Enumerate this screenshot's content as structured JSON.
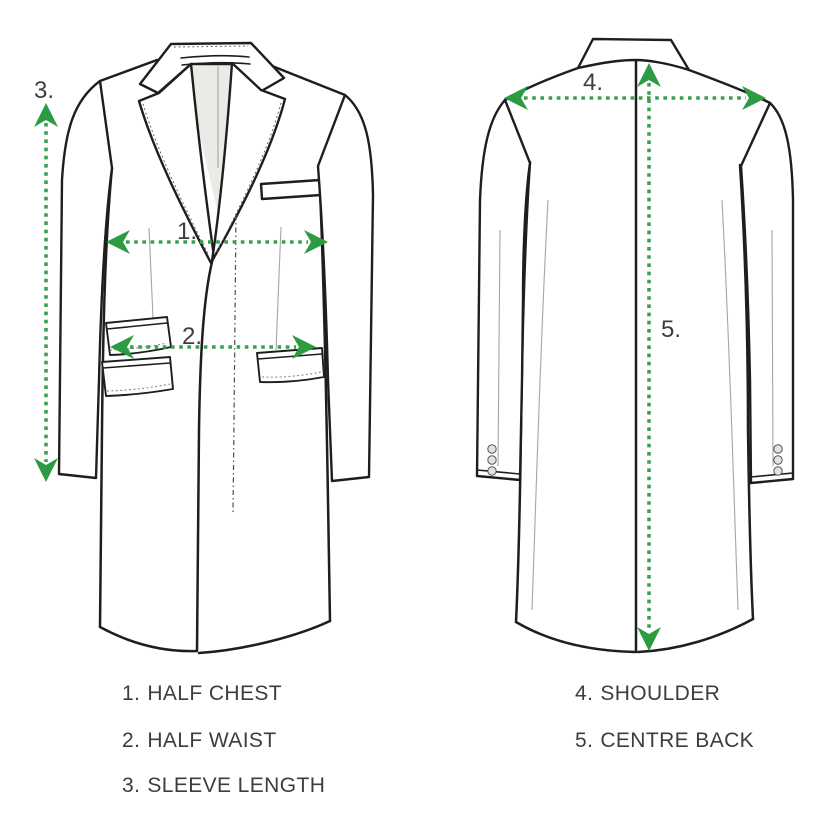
{
  "palette": {
    "background": "#ffffff",
    "coat_line": "#1e1e1e",
    "crease_gray": "#a6a6a3",
    "arrow_green": "#2c9b41",
    "dotted_green": "#3ba04d",
    "label_text": "#3d3d3d",
    "lapel_lining": "#eaeae6"
  },
  "diagram": {
    "front_view": "coat-front-technical-flat",
    "back_view": "coat-back-technical-flat",
    "arrow_style": "green-dotted-double-headed"
  },
  "measurements": [
    {
      "marker": "1.",
      "name": "HALF CHEST",
      "orientation": "horizontal",
      "view": "front"
    },
    {
      "marker": "2.",
      "name": "HALF WAIST",
      "orientation": "horizontal",
      "view": "front"
    },
    {
      "marker": "3.",
      "name": "SLEEVE LENGTH",
      "orientation": "vertical",
      "view": "front"
    },
    {
      "marker": "4.",
      "name": "SHOULDER",
      "orientation": "horizontal",
      "view": "back"
    },
    {
      "marker": "5.",
      "name": "CENTRE BACK",
      "orientation": "vertical",
      "view": "back"
    }
  ]
}
